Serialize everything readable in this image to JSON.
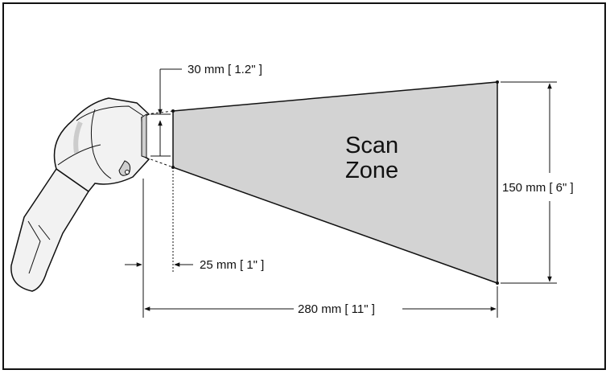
{
  "zone_label": {
    "line1": "Scan",
    "line2": "Zone"
  },
  "dimensions": {
    "window_height": "30 mm [ 1.2\" ]",
    "start_distance": "25 mm [ 1\" ]",
    "far_distance": "280 mm [ 11\" ]",
    "far_height": "150 mm [ 6\" ]"
  },
  "colors": {
    "zone_fill": "#d3d3d3",
    "line": "#111111",
    "scanner_body": "#f2f2f2",
    "scanner_shade": "#cfcfcf"
  },
  "icons": {
    "scanner": "handheld-barcode-scanner-icon"
  }
}
